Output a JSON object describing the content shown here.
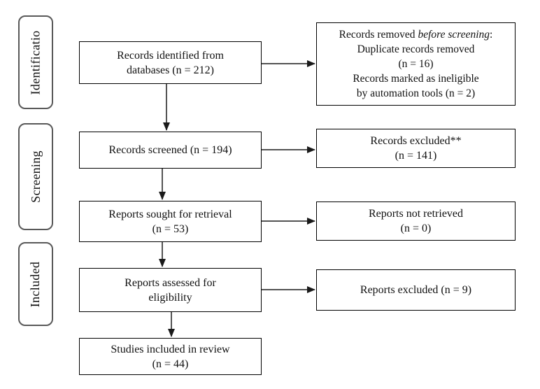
{
  "stages": [
    {
      "label": "Identificatio"
    },
    {
      "label": "Screening"
    },
    {
      "label": "Included"
    }
  ],
  "boxes": {
    "identified": {
      "lines": [
        "Records identified from",
        "databases (n = 212)"
      ]
    },
    "removed": {
      "title": {
        "prefix": "Records removed ",
        "italic": "before screening",
        "suffix": ":"
      },
      "lines": [
        "Duplicate records removed",
        "(n = 16)",
        "Records marked as ineligible",
        "by automation tools (n = 2)"
      ]
    },
    "screened": {
      "lines": [
        "Records screened (n = 194)"
      ]
    },
    "excluded": {
      "lines": [
        "Records excluded**",
        "(n = 141)"
      ]
    },
    "sought": {
      "lines": [
        "Reports sought for retrieval",
        "(n = 53)"
      ]
    },
    "not_retrieved": {
      "lines": [
        "Reports not retrieved",
        "(n = 0)"
      ]
    },
    "assessed": {
      "lines": [
        "Reports assessed for",
        "eligibility"
      ]
    },
    "reports_excluded": {
      "lines": [
        "Reports excluded (n = 9)"
      ]
    },
    "included_review": {
      "lines": [
        "Studies included in review",
        "(n = 44)"
      ]
    }
  },
  "colors": {
    "bg": "#ffffff",
    "box_border": "#000000",
    "stage_border": "#595959",
    "text": "#111111",
    "arrow": "#1a1a1a"
  }
}
